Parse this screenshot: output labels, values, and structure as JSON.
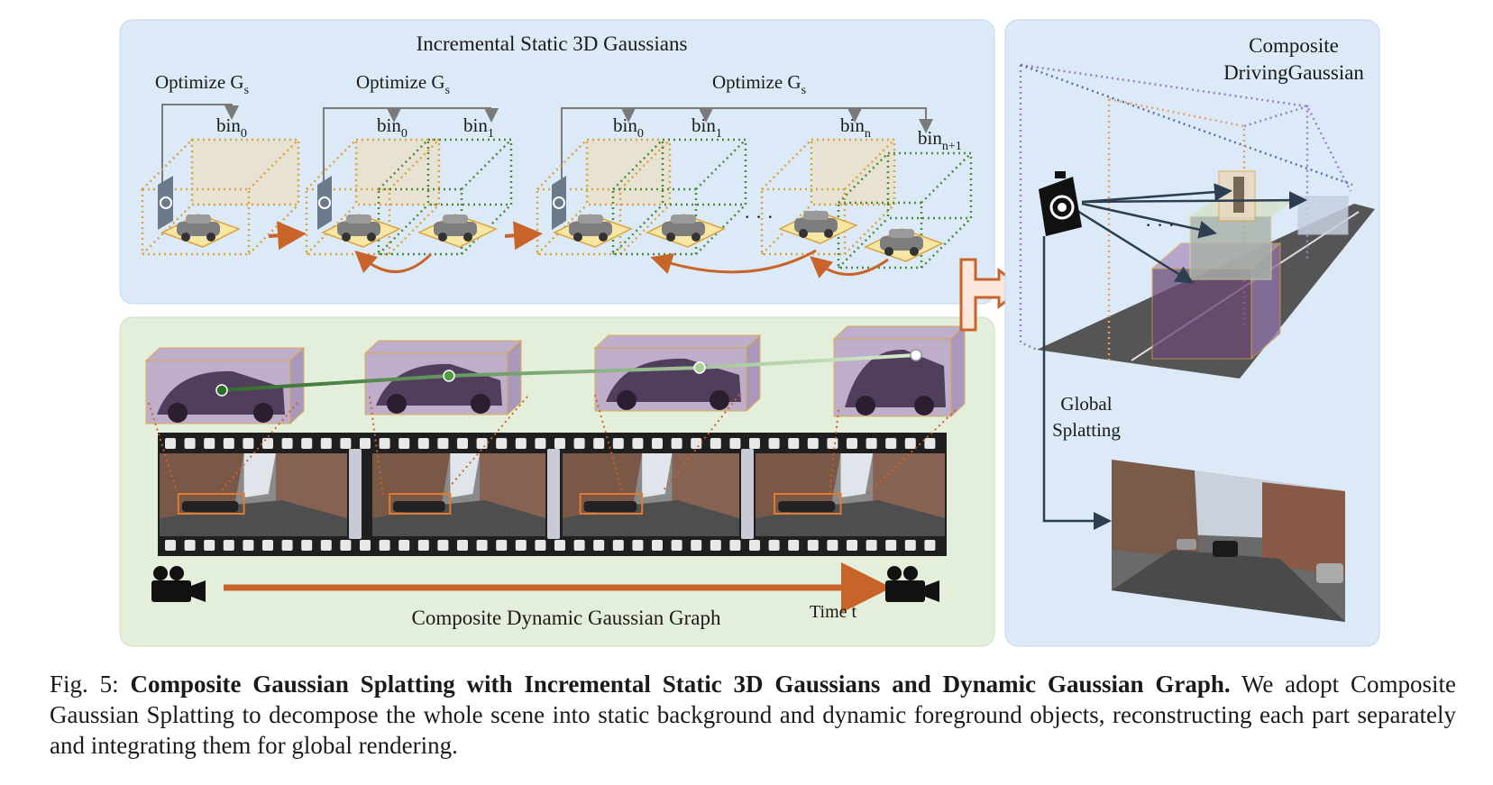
{
  "figure": {
    "static_panel": {
      "title": "Incremental Static 3D Gaussians",
      "optimize": [
        "Optimize G",
        "Optimize G",
        "Optimize G"
      ],
      "optimize_sub": "s",
      "bin_base": "bin",
      "bins": [
        {
          "sub": "0"
        },
        {
          "sub": "0"
        },
        {
          "sub": "1"
        },
        {
          "sub": "0"
        },
        {
          "sub": "1"
        },
        {
          "sub": "n"
        },
        {
          "sub": "n+1"
        }
      ],
      "ellipsis": "· · ·"
    },
    "dynamic_panel": {
      "title": "Composite Dynamic Gaussian Graph",
      "time_label": "Time t"
    },
    "composite_panel": {
      "title_line1": "Composite",
      "title_line2": "DrivingGaussian",
      "splat_line1": "Global",
      "splat_line2": "Splatting",
      "ellipsis": "· · ·"
    },
    "colors": {
      "static_bg": "#dce9f6",
      "dynamic_bg": "#e3efdb",
      "composite_bg": "#dce9f6",
      "orange_box": "#d9a441",
      "green_box": "#4f8a3a",
      "arrow_orange": "#c8642a",
      "purple_box": "#9b7fc8"
    }
  },
  "caption": {
    "label": "Fig. 5: ",
    "bold": "Composite Gaussian Splatting with Incremental Static 3D Gaussians and Dynamic Gaussian Graph.",
    "text": " We adopt Composite Gaussian Splatting to decompose the whole scene into static background and dynamic foreground objects, reconstructing each part separately and integrating them for global rendering."
  }
}
